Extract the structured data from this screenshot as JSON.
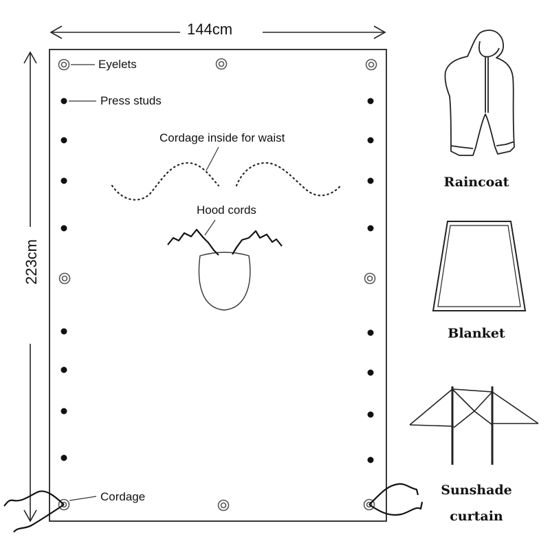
{
  "dimensions": {
    "width": "144cm",
    "height": "223cm"
  },
  "callouts": {
    "eyelets": "Eyelets",
    "press_studs": "Press studs",
    "cordage_waist": "Cordage inside for waist",
    "hood_cords": "Hood cords",
    "cordage": "Cordage"
  },
  "uses": [
    {
      "name": "Raincoat",
      "icon": "raincoat-icon"
    },
    {
      "name": "Blanket",
      "icon": "blanket-icon"
    },
    {
      "name": "Sunshade curtain",
      "icon": "sunshade-curtain-icon"
    }
  ]
}
